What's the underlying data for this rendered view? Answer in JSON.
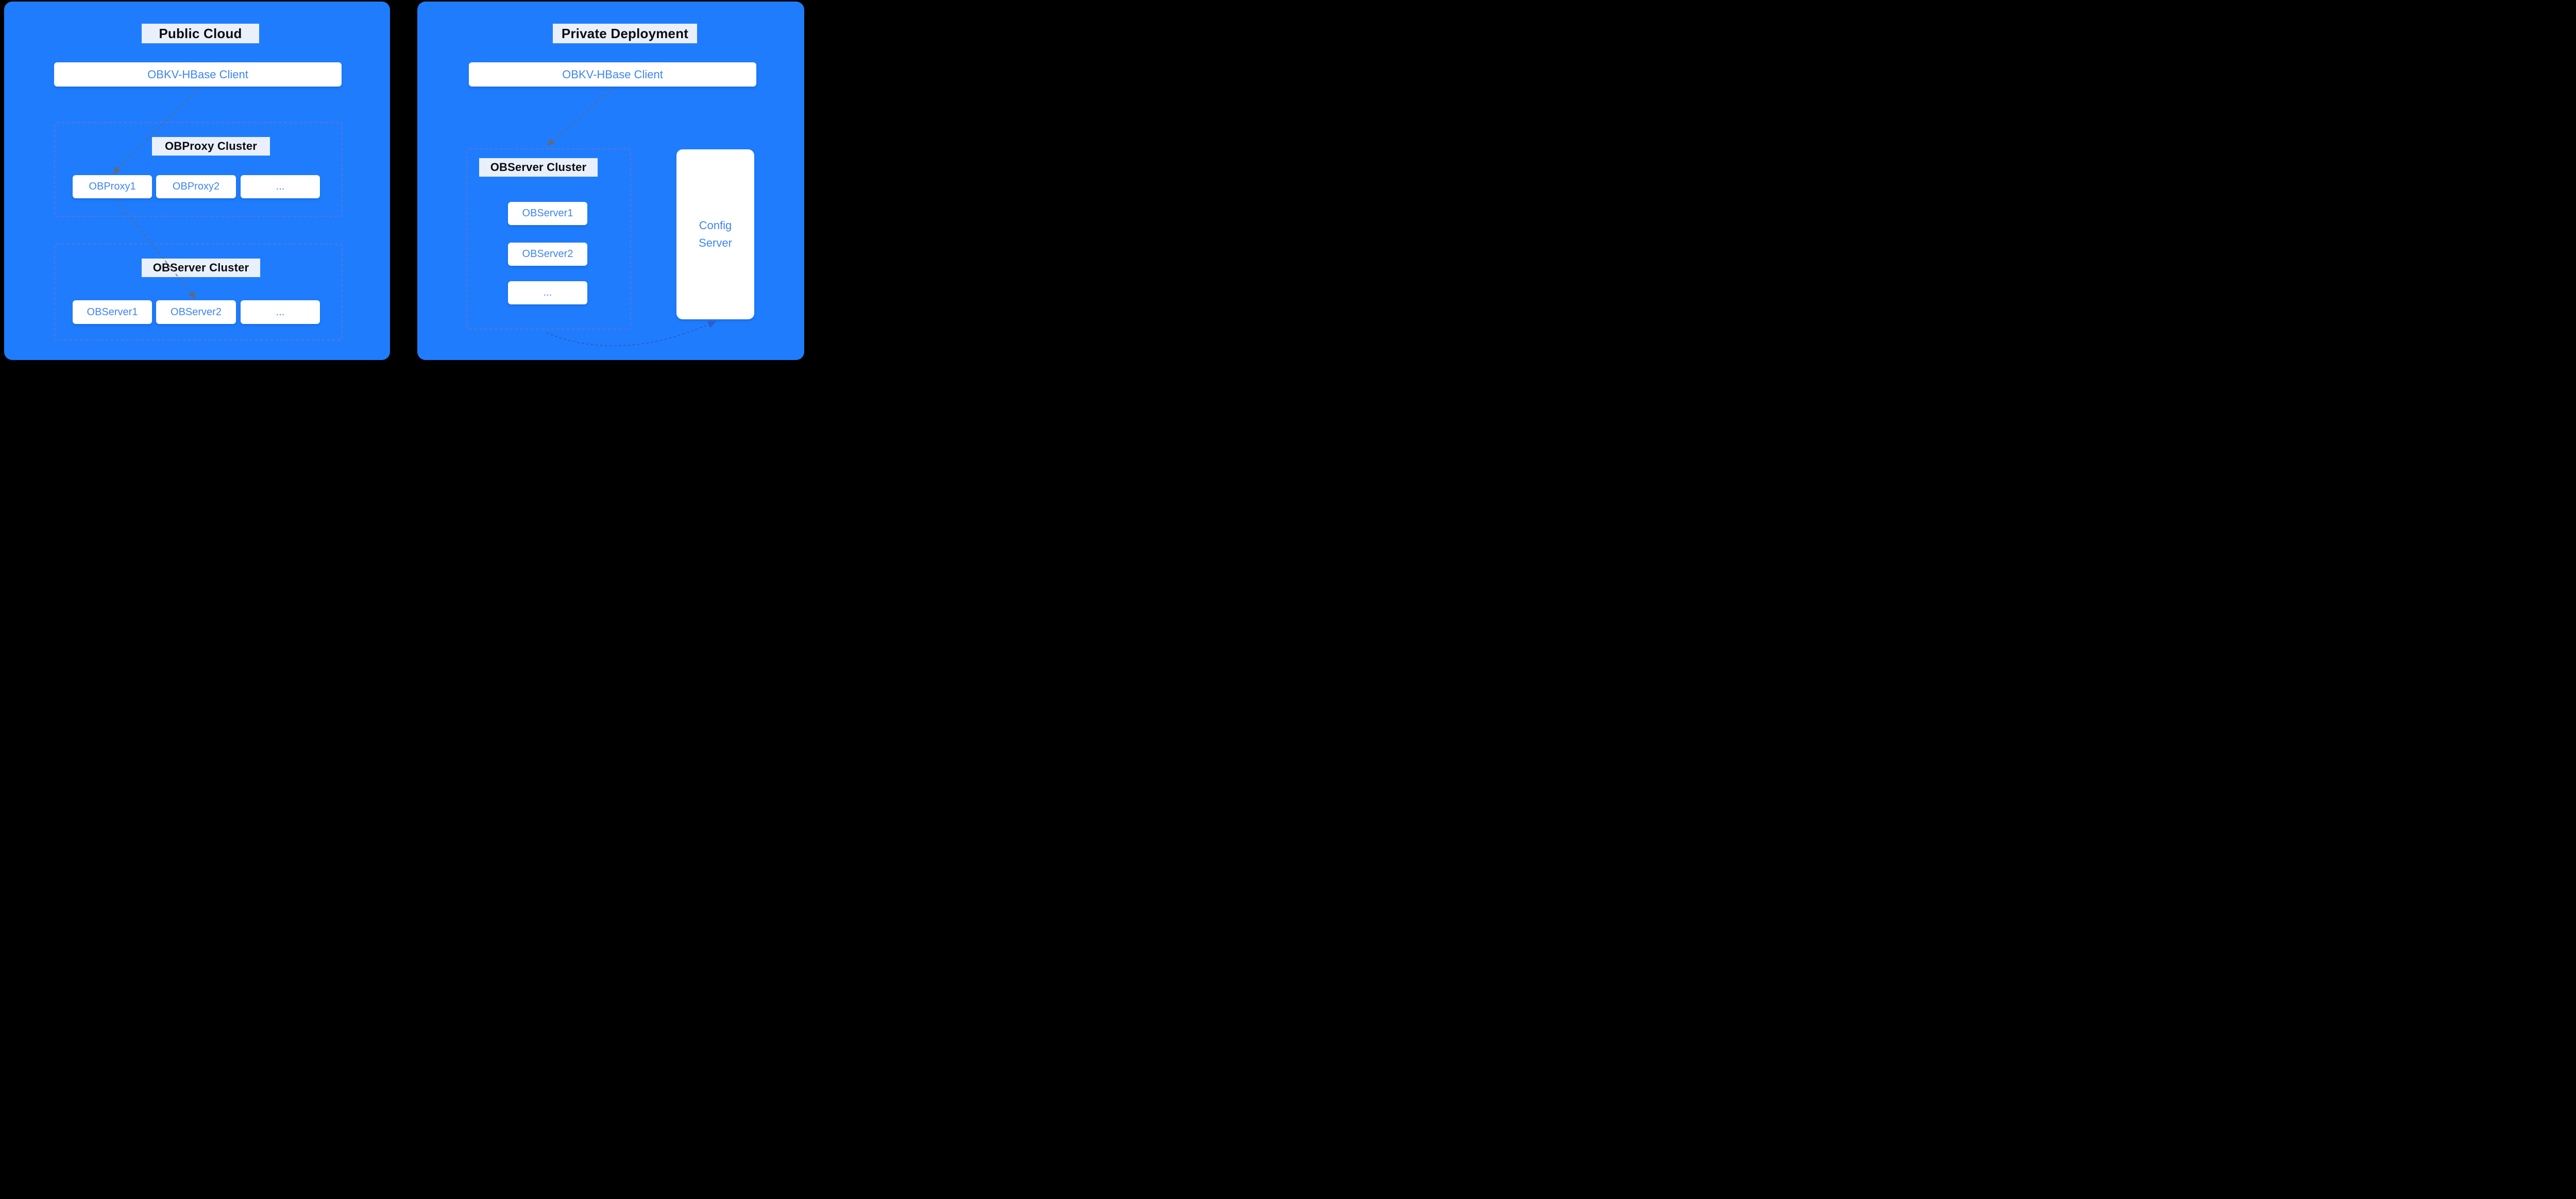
{
  "colors": {
    "canvas_bg": "#000000",
    "panel_bg": "#1F7DFD",
    "label_bg": "#EAF0FB",
    "label_text": "#0B0C10",
    "node_bg": "#FFFFFF",
    "node_text": "#3F85F3",
    "arrow_gray": "#5F6982",
    "arrow_blue": "#2A5FD0",
    "region_border": "#5874E0"
  },
  "left_panel": {
    "title": "Public Cloud",
    "client_label": "OBKV-HBase Client",
    "obproxy_cluster": {
      "label": "OBProxy Cluster",
      "nodes": [
        "OBProxy1",
        "OBProxy2",
        "..."
      ]
    },
    "observer_cluster": {
      "label": "OBServer Cluster",
      "nodes": [
        "OBServer1",
        "OBServer2",
        "..."
      ]
    }
  },
  "right_panel": {
    "title": "Private Deployment",
    "client_label": "OBKV-HBase Client",
    "observer_cluster": {
      "label": "OBServer Cluster",
      "nodes": [
        "OBServer1",
        "OBServer2",
        "..."
      ]
    },
    "config_server_label": "Config Server"
  }
}
